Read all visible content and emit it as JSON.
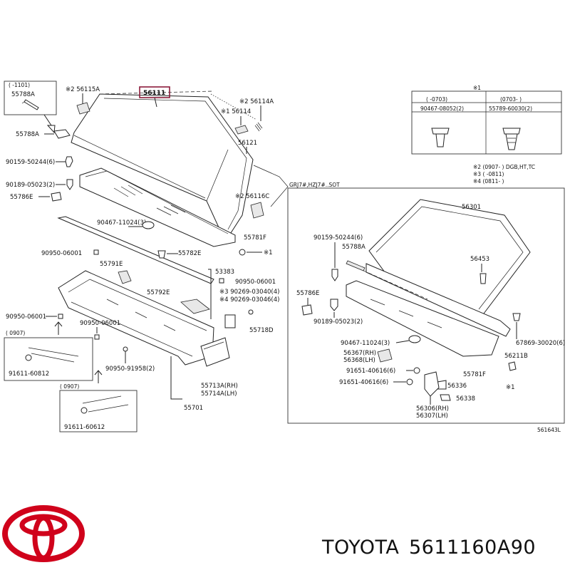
{
  "highlight_color": "#8b1a3a",
  "brand_color": "#d0021b",
  "labels": {
    "l56111": "56111",
    "l56115a": "※2 56115A",
    "l56114a": "※2 56114A",
    "l56114": "※1 56114",
    "l56121": "56121",
    "l56116c": "※2 56116C",
    "l55781f": "55781F",
    "l55788a": "55788A",
    "l90159": "90159-50244(6)",
    "l90189": "90189-05023(2)",
    "l55786e": "55786E",
    "l90467": "90467-11024(3)",
    "l90950a": "90950-06001",
    "l55782e": "55782E",
    "l55791e": "55791E",
    "l53383": "53383",
    "l90950b": "90950-06001",
    "l390269": "※3 90269-03040(4)",
    "l490269": "※4 90269-03046(4)",
    "l55792e": "55792E",
    "l90950c": "90950-06001",
    "l90950d": "90950-06001",
    "l55718d": "55718D",
    "l90950e": "90950-91958(2)",
    "l55713a": "55713A(RH)",
    "l55714a": "55714A(LH)",
    "l55701": "55701",
    "l91611a": "91611-60812",
    "l91611b": "91611-60612",
    "i1": "※1",
    "i2": "※1"
  },
  "insets": {
    "top_left": {
      "range": "(    -1101)",
      "label": "55788A"
    },
    "mid_left": {
      "range": "(    0907)"
    },
    "bottom_left": {
      "range": "(    0907)"
    }
  },
  "legend_table": {
    "title": "※1",
    "cols": [
      "(    -0703)",
      "(0703-    )"
    ],
    "parts": [
      "90467-08052(2)",
      "55789-60030(2)"
    ]
  },
  "notes": [
    "※2 (0907-    ) DGB,HT,TC",
    "※3 (    -0811)",
    "※4 (0811-    )"
  ],
  "right_panel": {
    "header": "GRJ7#,HZJ7#..SOT",
    "l56301": "56301",
    "l90159": "90159-50244(6)",
    "l55788a": "55788A",
    "l56453": "56453",
    "l55786e": "55786E",
    "l90189": "90189-05023(2)",
    "l67869": "67869-30020(6)",
    "l90467": "90467-11024(3)",
    "l56211b": "56211B",
    "l56367": "56367(RH)",
    "l56368": "56368(LH)",
    "l91651a": "91651-40616(6)",
    "l55781f": "55781F",
    "l91651b": "91651-40616(6)",
    "l56336": "56336",
    "l56338": "56338",
    "l56306": "56306(RH)",
    "l56307": "56307(LH)",
    "i1": "※1"
  },
  "diagram_code": "561643L",
  "brand": {
    "name": "TOYOTA",
    "part_number": "5611160A90"
  }
}
